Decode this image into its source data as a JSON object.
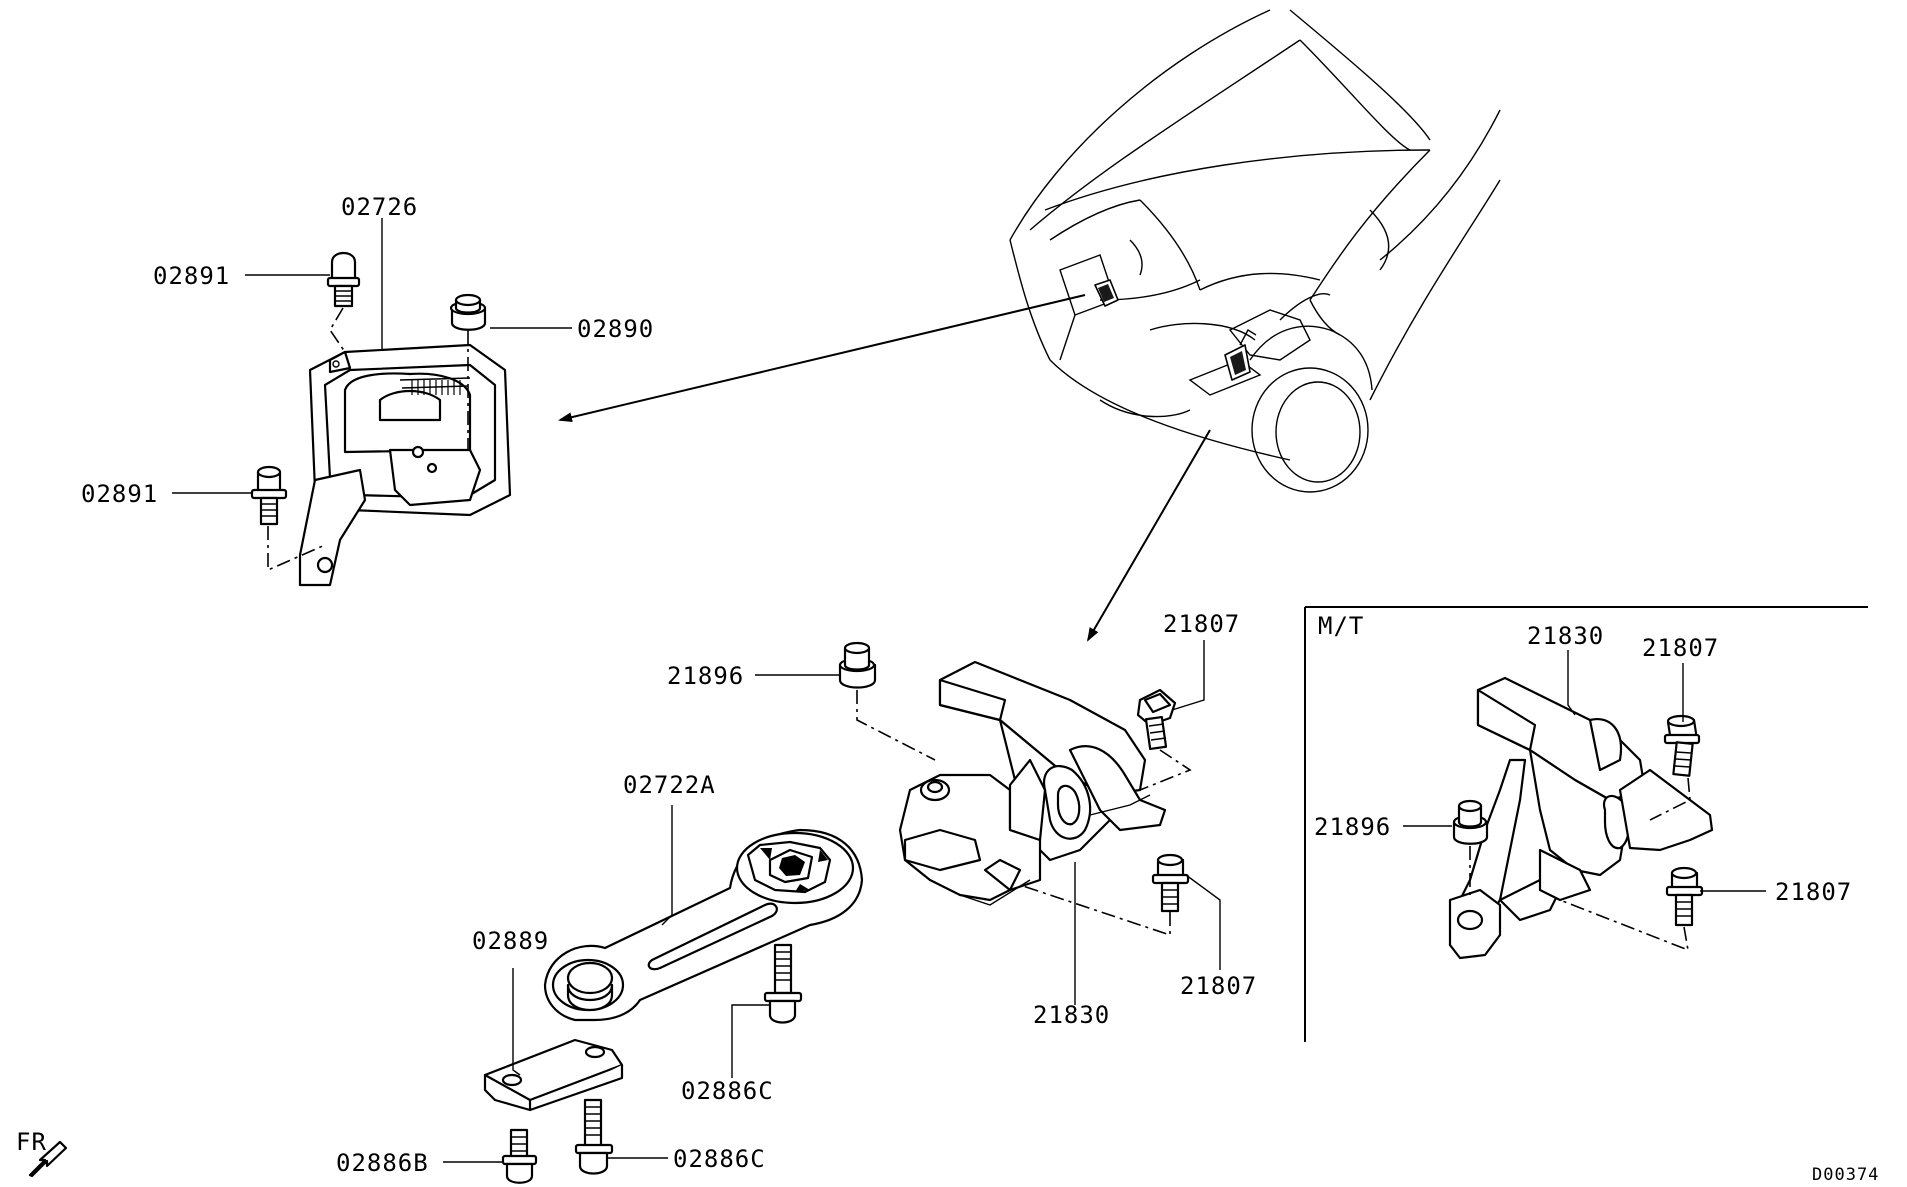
{
  "diagram": {
    "inset_title": "M/T",
    "direction_label": "FR",
    "drawing_code": "D00374",
    "labels": {
      "p02726": "02726",
      "p02891a": "02891",
      "p02891b": "02891",
      "p02890": "02890",
      "p21896": "21896",
      "p21807a": "21807",
      "p21807b": "21807",
      "p21830": "21830",
      "p02722A": "02722A",
      "p02889": "02889",
      "p02886C_a": "02886C",
      "p02886C_b": "02886C",
      "p02886B": "02886B",
      "mt21830": "21830",
      "mt21807a": "21807",
      "mt21807b": "21807",
      "mt21896": "21896"
    }
  }
}
